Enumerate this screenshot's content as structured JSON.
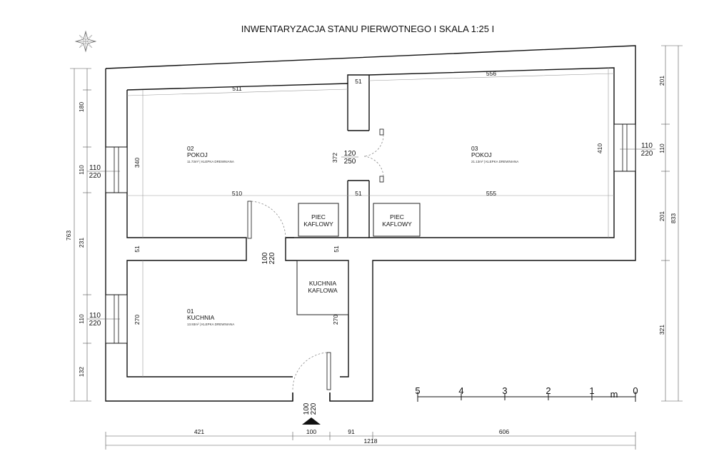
{
  "title": "INWENTARYZACJA STANU PIERWOTNEGO I SKALA 1:25 I",
  "icons": {
    "compass": "compass-rose-icon",
    "entry": "entry-arrow-icon"
  },
  "rooms": [
    {
      "number": "02",
      "name": "POKOJ",
      "area": "11.73m² | KLEPKA DREWNIANA"
    },
    {
      "number": "03",
      "name": "POKOJ",
      "area": "21.13m² | KLEPKA DREWNIANA"
    },
    {
      "number": "01",
      "name": "KUCHNIA",
      "area": "13.93m² | KLEPKA DREWNIANA"
    }
  ],
  "stoves": [
    {
      "line1": "PIEC",
      "line2": "KAFLOWY"
    },
    {
      "line1": "PIEC",
      "line2": "KAFLOWY"
    },
    {
      "line1": "KUCHNIA",
      "line2": "KAFLOWA"
    }
  ],
  "dims": {
    "top_left": "511",
    "top_mid": "51",
    "top_right": "556",
    "mid_left": "510",
    "mid_mid": "51",
    "mid_right": "555",
    "room02_h": "340",
    "room03_h": "410",
    "partition_h": "372",
    "door_between": {
      "w": "120",
      "h": "250"
    },
    "wall_left": "51",
    "wall_mid": "51",
    "kitchen_h": "270",
    "kitchen_h_right": "270",
    "door_hall": {
      "w": "100",
      "h": "220"
    },
    "door_entry": {
      "w": "100",
      "h": "220"
    },
    "win_left_top": {
      "w": "110",
      "h": "220"
    },
    "win_left_bottom": {
      "w": "110",
      "h": "220"
    },
    "win_right": {
      "w": "110",
      "h": "220"
    },
    "left_chain": [
      "180",
      "110",
      "231",
      "110",
      "132"
    ],
    "left_total": "763",
    "right_chain": [
      "201",
      "110",
      "201",
      "321"
    ],
    "right_total": "833",
    "bottom_chain": [
      "421",
      "100",
      "91",
      "606"
    ],
    "bottom_total": "1218"
  },
  "scale_bar": {
    "labels": [
      "5",
      "4",
      "3",
      "2",
      "1",
      "0"
    ],
    "unit": "m"
  }
}
